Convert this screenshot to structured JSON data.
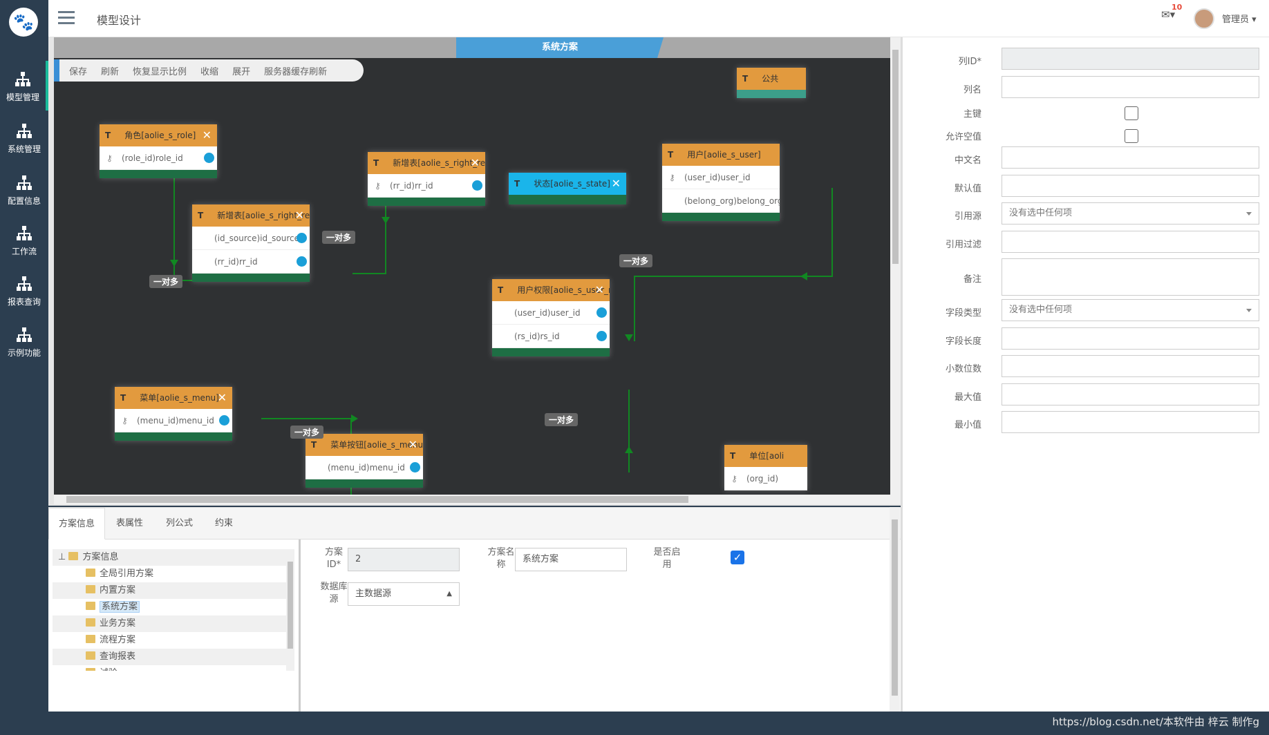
{
  "header": {
    "title": "模型设计",
    "mail_count": "10",
    "user": "管理员"
  },
  "sidebar": {
    "items": [
      {
        "label": "模型管理"
      },
      {
        "label": "系统管理"
      },
      {
        "label": "配置信息"
      },
      {
        "label": "工作流"
      },
      {
        "label": "报表查询"
      },
      {
        "label": "示例功能"
      }
    ]
  },
  "canvas": {
    "tab": "系统方案",
    "toolbar": [
      "保存",
      "刷新",
      "恢复显示比例",
      "收缩",
      "展开",
      "服务器缓存刷新"
    ],
    "tables": [
      {
        "title": "角色[aolie_s_role]",
        "rows": [
          "(role_id)role_id"
        ]
      },
      {
        "title": "新增表[aolie_s_right_relation]",
        "rows": [
          "(rr_id)rr_id"
        ]
      },
      {
        "title": "新增表[aolie_s_right_relatio_d",
        "rows": [
          "(id_source)id_source",
          "(rr_id)rr_id"
        ]
      },
      {
        "title": "状态[aolie_s_state]",
        "rows": []
      },
      {
        "title": "用户[aolie_s_user]",
        "rows": [
          "(user_id)user_id",
          "(belong_org)belong_org"
        ]
      },
      {
        "title": "用户权限[aolie_s_user_righ",
        "rows": [
          "(user_id)user_id",
          "(rs_id)rs_id"
        ]
      },
      {
        "title": "菜单[aolie_s_menu]",
        "rows": [
          "(menu_id)menu_id"
        ]
      },
      {
        "title": "菜单按钮[aolie_s_menu_button",
        "rows": [
          "(menu_id)menu_id"
        ]
      },
      {
        "title": "单位[aoli",
        "rows": [
          "(org_id)"
        ]
      },
      {
        "title": "公共",
        "rows": []
      }
    ],
    "relation": "一对多"
  },
  "props": {
    "fields": [
      {
        "label": "列ID*",
        "value": ""
      },
      {
        "label": "列名",
        "value": ""
      },
      {
        "label": "主键"
      },
      {
        "label": "允许空值"
      },
      {
        "label": "中文名",
        "value": ""
      },
      {
        "label": "默认值",
        "value": ""
      },
      {
        "label": "引用源",
        "placeholder": "没有选中任何项"
      },
      {
        "label": "引用过滤",
        "value": ""
      },
      {
        "label": "备注",
        "value": ""
      },
      {
        "label": "字段类型",
        "placeholder": "没有选中任何项"
      },
      {
        "label": "字段长度",
        "value": ""
      },
      {
        "label": "小数位数",
        "value": ""
      },
      {
        "label": "最大值",
        "value": ""
      },
      {
        "label": "最小值",
        "value": ""
      }
    ]
  },
  "bottom": {
    "tabs": [
      "方案信息",
      "表属性",
      "列公式",
      "约束"
    ],
    "tree": [
      "方案信息",
      "全局引用方案",
      "内置方案",
      "系统方案",
      "业务方案",
      "流程方案",
      "查询报表",
      "试验"
    ],
    "form": {
      "id_label": "方案ID*",
      "id_value": "2",
      "name_label": "方案名称",
      "name_value": "系统方案",
      "enabled_label": "是否启用",
      "db_label": "数据库源",
      "db_value": "主数据源"
    }
  },
  "watermark": "https://blog.csdn.net/本软件由 梓云 制作g"
}
